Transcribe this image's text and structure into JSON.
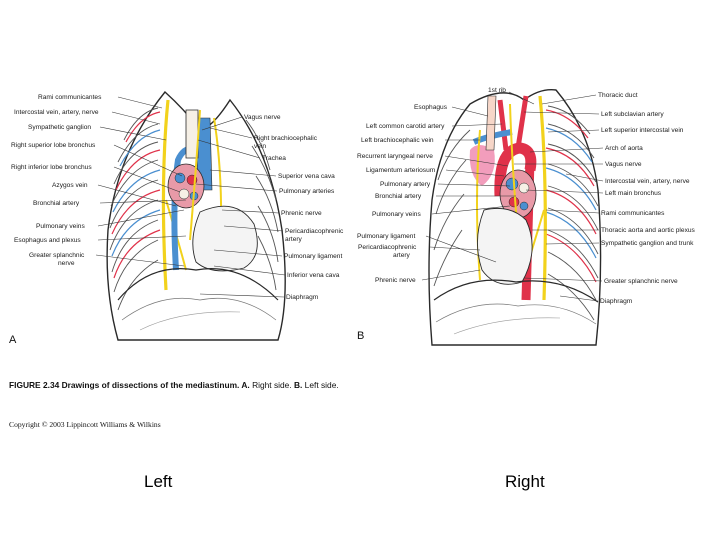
{
  "panel_a": {
    "letter": "A",
    "labels_left": [
      "Rami communicantes",
      "Intercostal vein, artery, nerve",
      "Sympathetic ganglion",
      "Right superior lobe bronchus",
      "Right inferior lobe bronchus",
      "Azygos vein",
      "Bronchial artery",
      "Pulmonary veins",
      "Esophagus and plexus",
      "Greater splanchnic",
      "nerve"
    ],
    "labels_right": [
      "Vagus nerve",
      "Right brachiocephalic",
      "vein",
      "Trachea",
      "Superior vena cava",
      "Pulmonary arteries",
      "Phrenic nerve",
      "Pericardiacophrenic",
      "artery",
      "Pulmonary ligament",
      "Inferior vena cava",
      "Diaphragm"
    ]
  },
  "panel_b": {
    "letter": "B",
    "labels_top": [
      "1st rib"
    ],
    "labels_left": [
      "Esophagus",
      "Left common carotid artery",
      "Left brachiocephalic vein",
      "Recurrent laryngeal nerve",
      "Ligamentum arteriosum",
      "Pulmonary artery",
      "Bronchial artery",
      "Pulmonary veins",
      "Pulmonary ligament",
      "Pericardiacophrenic",
      "artery",
      "Phrenic nerve"
    ],
    "labels_right": [
      "Thoracic duct",
      "Left subclavian artery",
      "Left superior intercostal vein",
      "Arch of aorta",
      "Vagus nerve",
      "Intercostal vein, artery, nerve",
      "Left main bronchus",
      "Rami communicantes",
      "Thoracic aorta and aortic plexus",
      "Sympathetic ganglion and trunk",
      "Greater splanchnic nerve",
      "Diaphragm"
    ]
  },
  "caption": {
    "bold": "FIGURE 2.34 Drawings of dissections of the mediastinum. A.",
    "rest_a": " Right side. ",
    "bold_b": "B.",
    "rest_b": " Left side."
  },
  "copyright": "Copyright © 2003 Lippincott Williams & Wilkins",
  "bottom_labels": {
    "left": "Left",
    "right": "Right"
  },
  "colors": {
    "nerve": "#f2d21c",
    "artery": "#e0324a",
    "vein": "#4a8fd0",
    "pink": "#f08cb0",
    "outline": "#2a2a2a"
  }
}
